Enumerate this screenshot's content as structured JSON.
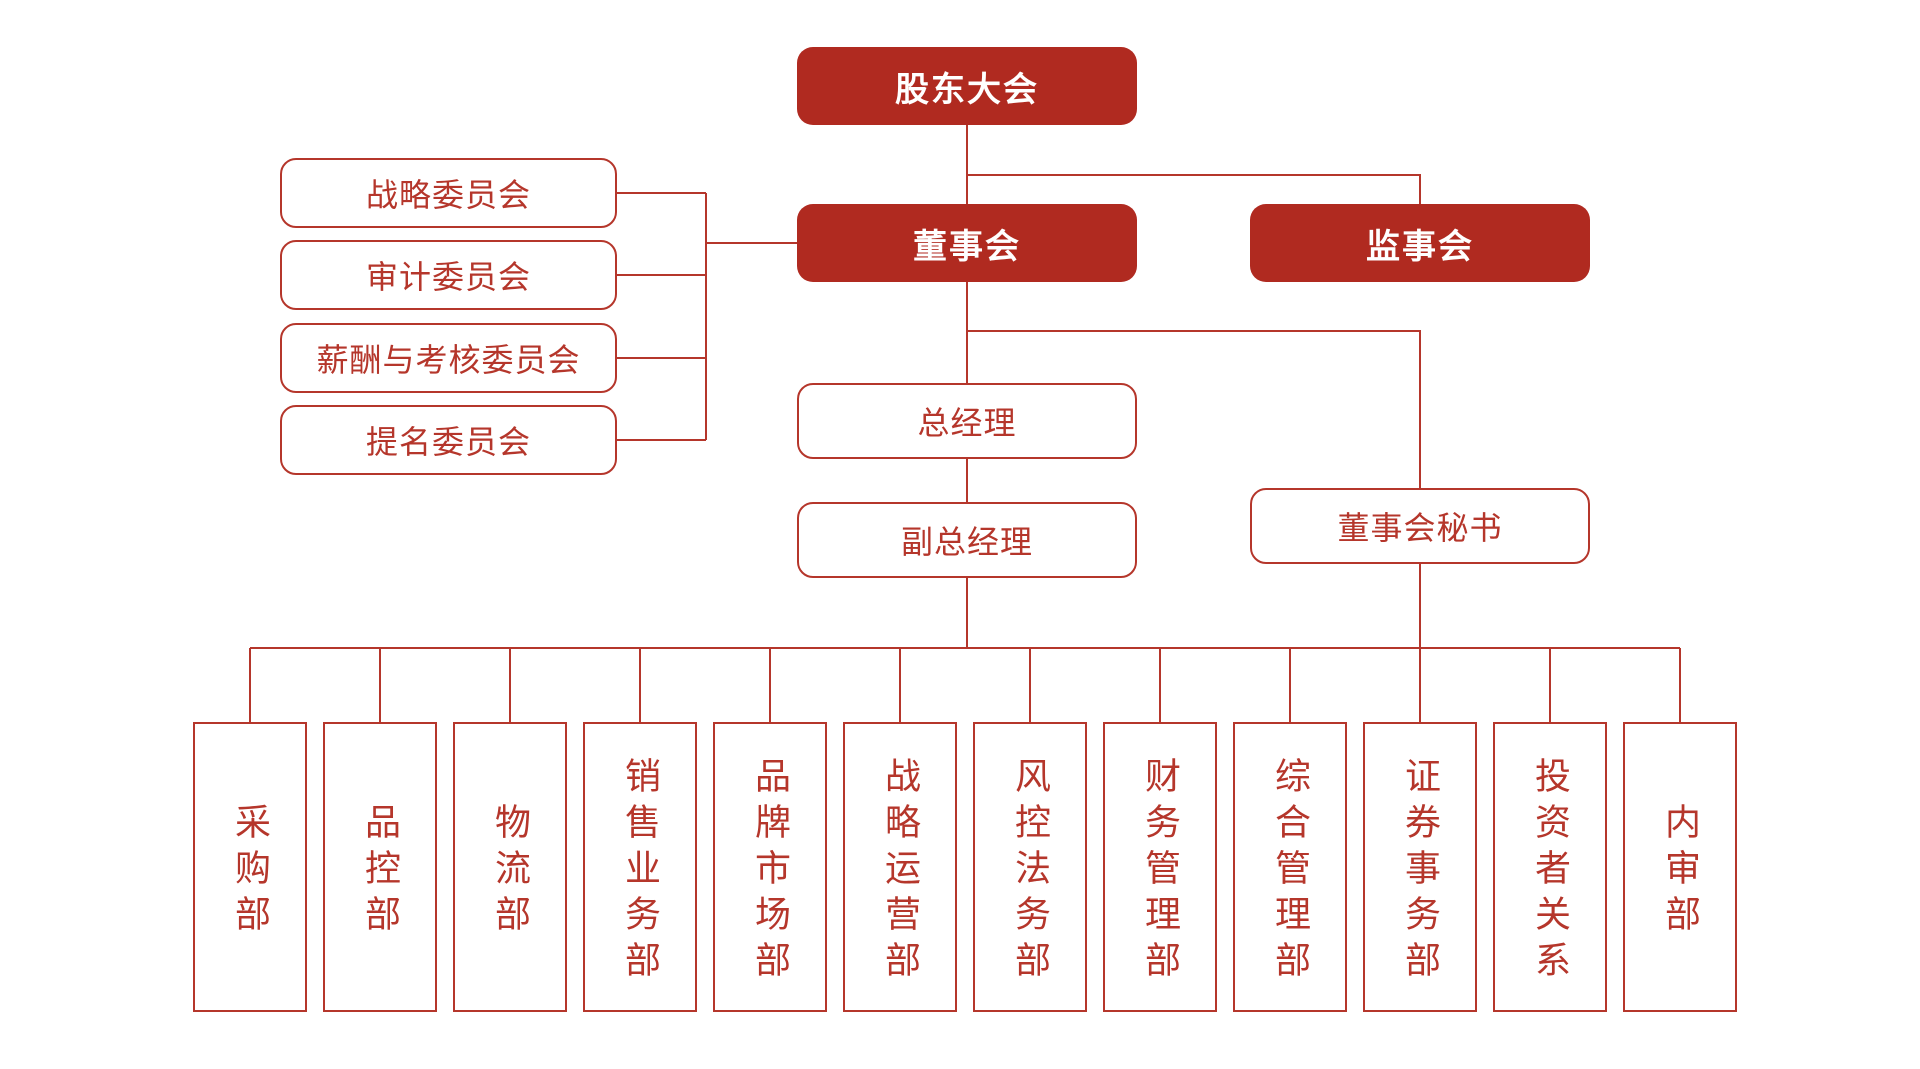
{
  "palette": {
    "box_fill_red": "#b02a20",
    "line_red": "#b5362b",
    "text_red": "#b5362b",
    "box_text_white": "#ffffff",
    "background": "#ffffff"
  },
  "org": {
    "top_level": {
      "shareholders_meeting": "股东大会",
      "board_of_directors": "董事会",
      "supervisory_board": "监事会"
    },
    "committees": [
      {
        "label": "战略委员会"
      },
      {
        "label": "审计委员会"
      },
      {
        "label": "薪酬与考核委员会"
      },
      {
        "label": "提名委员会"
      }
    ],
    "management": {
      "general_manager": "总经理",
      "deputy_general_manager": "副总经理",
      "board_secretary": "董事会秘书"
    },
    "departments": [
      {
        "label": "采购部"
      },
      {
        "label": "品控部"
      },
      {
        "label": "物流部"
      },
      {
        "label": "销售业务部"
      },
      {
        "label": "品牌市场部"
      },
      {
        "label": "战略运营部"
      },
      {
        "label": "风控法务部"
      },
      {
        "label": "财务管理部"
      },
      {
        "label": "综合管理部"
      },
      {
        "label": "证券事务部"
      },
      {
        "label": "投资者关系"
      },
      {
        "label": "内审部"
      }
    ]
  }
}
